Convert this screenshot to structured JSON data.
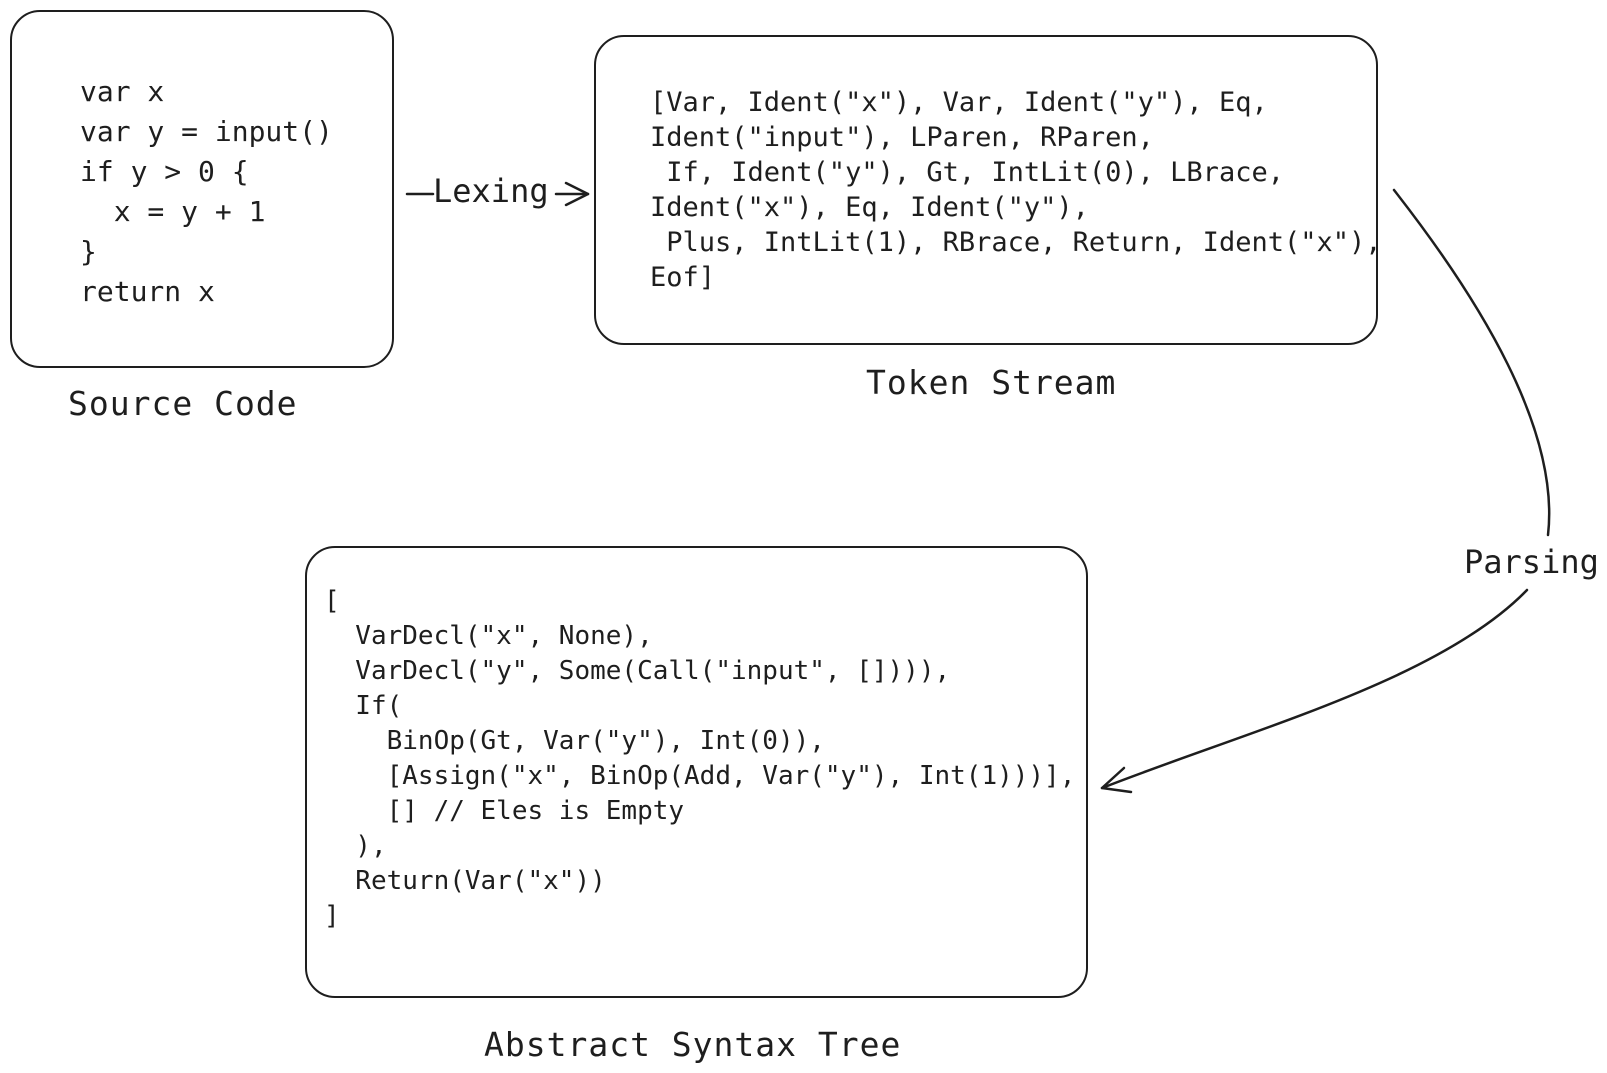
{
  "source": {
    "caption": "Source Code",
    "lines": [
      "var x",
      "var y = input()",
      "if y > 0 {",
      "  x = y + 1",
      "}",
      "return x"
    ]
  },
  "tokens": {
    "caption": "Token Stream",
    "lines": [
      "[Var, Ident(\"x\"), Var, Ident(\"y\"), Eq,",
      "Ident(\"input\"), LParen, RParen,",
      " If, Ident(\"y\"), Gt, IntLit(0), LBrace,",
      "Ident(\"x\"), Eq, Ident(\"y\"),",
      " Plus, IntLit(1), RBrace, Return, Ident(\"x\"),",
      "Eof]"
    ]
  },
  "ast": {
    "caption": "Abstract Syntax Tree",
    "lines": [
      "[",
      "  VarDecl(\"x\", None),",
      "  VarDecl(\"y\", Some(Call(\"input\", []))),",
      "  If(",
      "    BinOp(Gt, Var(\"y\"), Int(0)),",
      "    [Assign(\"x\", BinOp(Add, Var(\"y\"), Int(1)))],",
      "    [] // Eles is Empty",
      "  ),",
      "  Return(Var(\"x\"))",
      "]"
    ]
  },
  "edges": {
    "lexing": "Lexing",
    "parsing": "Parsing"
  },
  "colors": {
    "stroke": "#1e1e1e",
    "background": "#ffffff"
  }
}
